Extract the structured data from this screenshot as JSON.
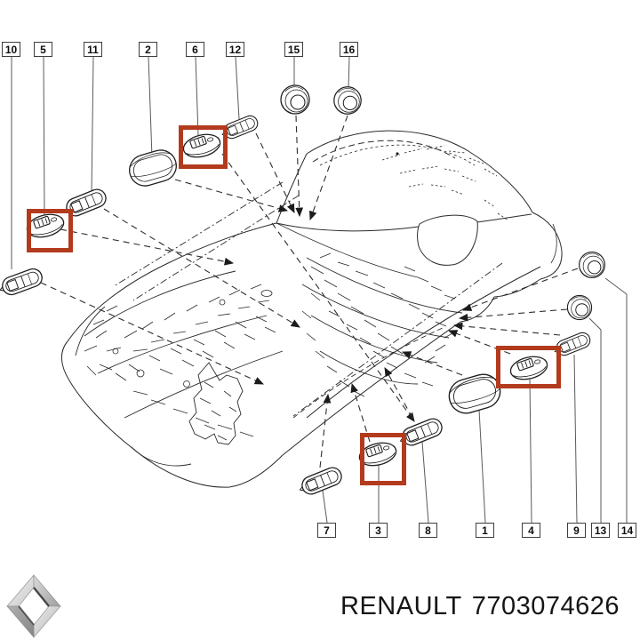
{
  "diagram": {
    "type": "exploded-parts-diagram",
    "subject": "car body shell with blanking plugs and grommets",
    "highlight_color": "#b23b1d",
    "line_color": "#2b2b2b",
    "label_border_color": "#3d3d3d",
    "background_color": "#ffffff",
    "highlighted_callouts": [
      "5",
      "6",
      "3",
      "4"
    ]
  },
  "callouts": {
    "top": [
      {
        "num": "10"
      },
      {
        "num": "5"
      },
      {
        "num": "11"
      },
      {
        "num": "2"
      },
      {
        "num": "6"
      },
      {
        "num": "12"
      },
      {
        "num": "15"
      },
      {
        "num": "16"
      }
    ],
    "bottom": [
      {
        "num": "7"
      },
      {
        "num": "3"
      },
      {
        "num": "8"
      },
      {
        "num": "1"
      },
      {
        "num": "4"
      },
      {
        "num": "9"
      },
      {
        "num": "13"
      },
      {
        "num": "14"
      }
    ]
  },
  "parts": [
    {
      "id": "10",
      "type": "elongated-plug"
    },
    {
      "id": "5",
      "type": "oval-grommet",
      "highlighted": true
    },
    {
      "id": "11",
      "type": "elongated-plug"
    },
    {
      "id": "2",
      "type": "oval-ring-plug"
    },
    {
      "id": "6",
      "type": "oval-grommet",
      "highlighted": true
    },
    {
      "id": "12",
      "type": "elongated-plug"
    },
    {
      "id": "15",
      "type": "round-grommet"
    },
    {
      "id": "16",
      "type": "round-grommet"
    },
    {
      "id": "7",
      "type": "elongated-plug"
    },
    {
      "id": "3",
      "type": "oval-grommet",
      "highlighted": true
    },
    {
      "id": "8",
      "type": "elongated-plug"
    },
    {
      "id": "1",
      "type": "oval-ring-plug"
    },
    {
      "id": "4",
      "type": "oval-grommet",
      "highlighted": true
    },
    {
      "id": "9",
      "type": "elongated-plug"
    },
    {
      "id": "13",
      "type": "round-grommet"
    },
    {
      "id": "14",
      "type": "round-grommet"
    }
  ],
  "footer": {
    "brand": "RENAULT",
    "part_number": "7703074626",
    "logo": "renault-diamond-logo"
  }
}
